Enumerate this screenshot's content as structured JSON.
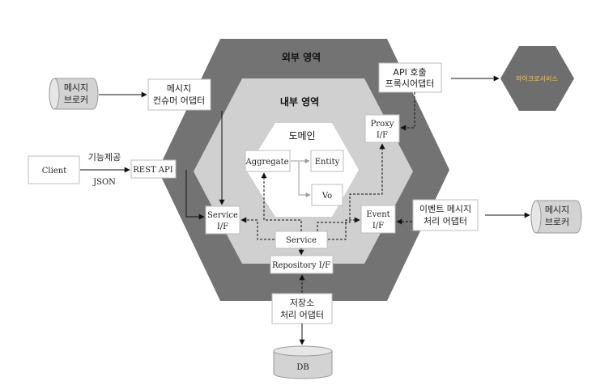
{
  "regions": {
    "outer": "외부 영역",
    "inner": "내부 영역",
    "domain": "도메인"
  },
  "boxes": {
    "message_broker_left": [
      "메시지",
      "브로커"
    ],
    "message_consumer_adapter": [
      "메시지",
      "컨슈머 어댑터"
    ],
    "client": [
      "Client"
    ],
    "rest_api": [
      "REST API"
    ],
    "api_call_proxy_adapter": [
      "API 호출",
      "프록시어댑터"
    ],
    "microservice": [
      "마이크로서비스"
    ],
    "proxy_if": [
      "Proxy",
      "I/F"
    ],
    "aggregate": [
      "Aggregate"
    ],
    "entity": [
      "Entity"
    ],
    "vo": [
      "Vo"
    ],
    "service_if": [
      "Service",
      "I/F"
    ],
    "event_if": [
      "Event",
      "I/F"
    ],
    "service": [
      "Service"
    ],
    "repository_if": [
      "Repository I/F"
    ],
    "event_message_adapter": [
      "이벤트 메시지",
      "처리 어댑터"
    ],
    "message_broker_right": [
      "메시지",
      "브로커"
    ],
    "storage_adapter": [
      "저장소",
      "처리 어댑터"
    ],
    "db": [
      "DB"
    ]
  },
  "edge_labels": {
    "feature": "기능제공",
    "format": "JSON"
  },
  "colors": {
    "outer_hex": "#737373",
    "inner_hex": "#d0d0d0",
    "domain_hex": "#ffffff",
    "microservice_hex": "#6e6e6e",
    "microservice_text": "#f0c060",
    "cylinder": "#d3d3d3"
  }
}
